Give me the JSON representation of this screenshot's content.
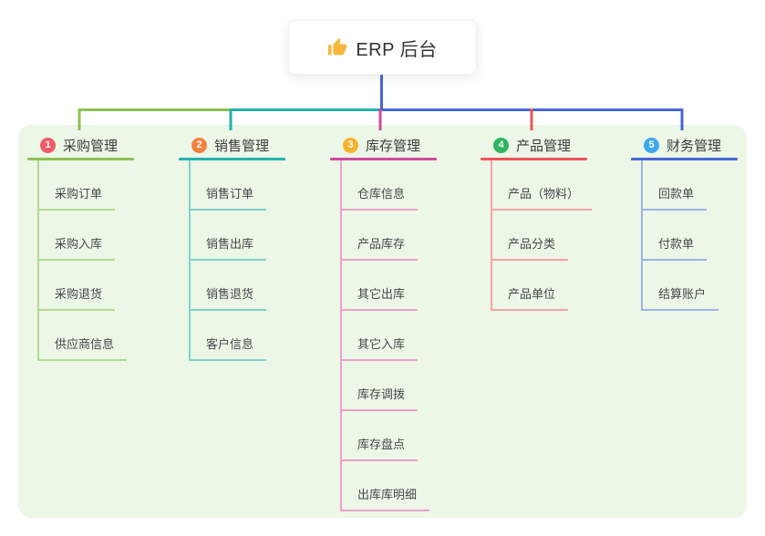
{
  "root": {
    "icon": "thumbs-up-icon",
    "label": "ERP 后台"
  },
  "connectors": {
    "root_line_color": "#4867d5"
  },
  "panel": {
    "bg": "#ecf7e7"
  },
  "branches": [
    {
      "index": "1",
      "label": "采购管理",
      "badge_color": "#ee5a68",
      "line_color": "#8cc152",
      "child_line_color": "#b5da8e",
      "children": [
        "采购订单",
        "采购入库",
        "采购退货",
        "供应商信息"
      ]
    },
    {
      "index": "2",
      "label": "销售管理",
      "badge_color": "#f5803e",
      "line_color": "#23b2ae",
      "child_line_color": "#7fd2cc",
      "children": [
        "销售订单",
        "销售出库",
        "销售退货",
        "客户信息"
      ]
    },
    {
      "index": "3",
      "label": "库存管理",
      "badge_color": "#f8b32d",
      "line_color": "#cf4a9e",
      "child_line_color": "#eda0cb",
      "children": [
        "仓库信息",
        "产品库存",
        "其它出库",
        "其它入库",
        "库存调拨",
        "库存盘点",
        "出库库明细"
      ]
    },
    {
      "index": "4",
      "label": "产品管理",
      "badge_color": "#2db45f",
      "line_color": "#f0545c",
      "child_line_color": "#f6a3a7",
      "children": [
        "产品（物料）",
        "产品分类",
        "产品单位"
      ]
    },
    {
      "index": "5",
      "label": "财务管理",
      "badge_color": "#3ba7ef",
      "line_color": "#4867d5",
      "child_line_color": "#9db2ea",
      "children": [
        "回款单",
        "付款单",
        "结算账户"
      ]
    }
  ]
}
